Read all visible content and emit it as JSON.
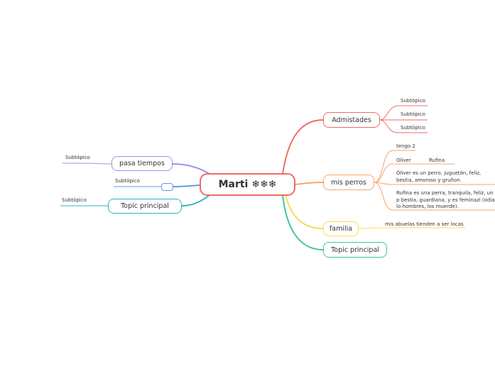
{
  "central": "Marti ❄❄❄",
  "right": {
    "admistades": {
      "label": "Admistades",
      "subtopics": [
        "Subtópico",
        "Subtópico",
        "Subtópico"
      ]
    },
    "mis_perros": {
      "label": "mis perros",
      "items": {
        "tengo": "tengo 2",
        "oliver": "Oliver",
        "rufina": "Rufina",
        "oliver_desc": "Oliver es un perro, juguetón, feliz, bestia, amoroso y gruñon.",
        "rufina_desc": "Rufina es una perra, tranquila, feliz, un p bestia, guardiana, y es feminazi (odia lo hombres, los muerde)."
      }
    },
    "familia": {
      "label": "familia",
      "note": "mis abuelas tienden a ser locas"
    },
    "topic_principal": {
      "label": "Topic principal"
    }
  },
  "left": {
    "pasa_tiempos": {
      "label": "pasa tiempos",
      "subtopic": "Subtópico"
    },
    "blank": {
      "label": "",
      "subtopic": "Subtópico"
    },
    "topic_principal": {
      "label": "Topic principal",
      "subtopic": "Subtópico"
    }
  },
  "colors": {
    "central": "#ef6d64",
    "admistades": "#ef6d64",
    "mis_perros": "#f6a56b",
    "familia": "#f6dc5b",
    "topic_right": "#3fc6a0",
    "pasa_tiempos": "#a48ef0",
    "blank": "#5b9ee6",
    "topic_left": "#28b8c0"
  }
}
